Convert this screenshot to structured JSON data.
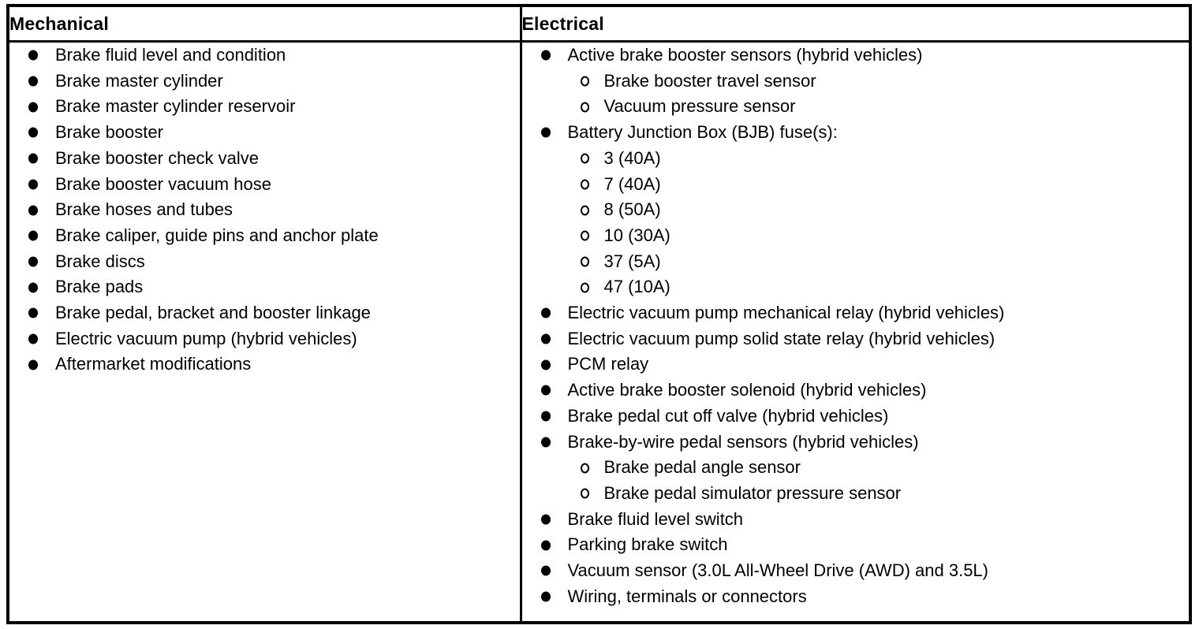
{
  "colors": {
    "border": "#000000",
    "text": "#000000",
    "background": "#ffffff"
  },
  "table": {
    "columns": [
      {
        "id": "mechanical",
        "header": "Mechanical",
        "items": [
          {
            "level": 1,
            "text": "Brake fluid level and condition"
          },
          {
            "level": 1,
            "text": "Brake master cylinder"
          },
          {
            "level": 1,
            "text": "Brake master cylinder reservoir"
          },
          {
            "level": 1,
            "text": "Brake booster"
          },
          {
            "level": 1,
            "text": "Brake booster check valve"
          },
          {
            "level": 1,
            "text": "Brake booster vacuum hose"
          },
          {
            "level": 1,
            "text": "Brake hoses and tubes"
          },
          {
            "level": 1,
            "text": "Brake caliper, guide pins and anchor plate"
          },
          {
            "level": 1,
            "text": "Brake discs"
          },
          {
            "level": 1,
            "text": "Brake pads"
          },
          {
            "level": 1,
            "text": "Brake pedal, bracket and booster linkage"
          },
          {
            "level": 1,
            "text": "Electric vacuum pump (hybrid vehicles)"
          },
          {
            "level": 1,
            "text": "Aftermarket modifications"
          }
        ]
      },
      {
        "id": "electrical",
        "header": "Electrical",
        "items": [
          {
            "level": 1,
            "text": "Active brake booster sensors (hybrid vehicles)"
          },
          {
            "level": 2,
            "text": "Brake booster travel sensor"
          },
          {
            "level": 2,
            "text": "Vacuum pressure sensor"
          },
          {
            "level": 1,
            "text": "Battery Junction Box (BJB) fuse(s):"
          },
          {
            "level": 2,
            "text": "3 (40A)"
          },
          {
            "level": 2,
            "text": "7 (40A)"
          },
          {
            "level": 2,
            "text": "8 (50A)"
          },
          {
            "level": 2,
            "text": "10 (30A)"
          },
          {
            "level": 2,
            "text": "37 (5A)"
          },
          {
            "level": 2,
            "text": "47 (10A)"
          },
          {
            "level": 1,
            "text": "Electric vacuum pump mechanical relay (hybrid vehicles)"
          },
          {
            "level": 1,
            "text": "Electric vacuum pump solid state relay (hybrid vehicles)"
          },
          {
            "level": 1,
            "text": "PCM relay"
          },
          {
            "level": 1,
            "text": "Active brake booster solenoid (hybrid vehicles)"
          },
          {
            "level": 1,
            "text": "Brake pedal cut off valve (hybrid vehicles)"
          },
          {
            "level": 1,
            "text": "Brake-by-wire pedal sensors (hybrid vehicles)"
          },
          {
            "level": 2,
            "text": "Brake pedal angle sensor"
          },
          {
            "level": 2,
            "text": "Brake pedal simulator pressure sensor"
          },
          {
            "level": 1,
            "text": "Brake fluid level switch"
          },
          {
            "level": 1,
            "text": "Parking brake switch"
          },
          {
            "level": 1,
            "text": "Vacuum sensor (3.0L All-Wheel Drive (AWD) and 3.5L)"
          },
          {
            "level": 1,
            "text": "Wiring, terminals or connectors"
          }
        ]
      }
    ]
  }
}
